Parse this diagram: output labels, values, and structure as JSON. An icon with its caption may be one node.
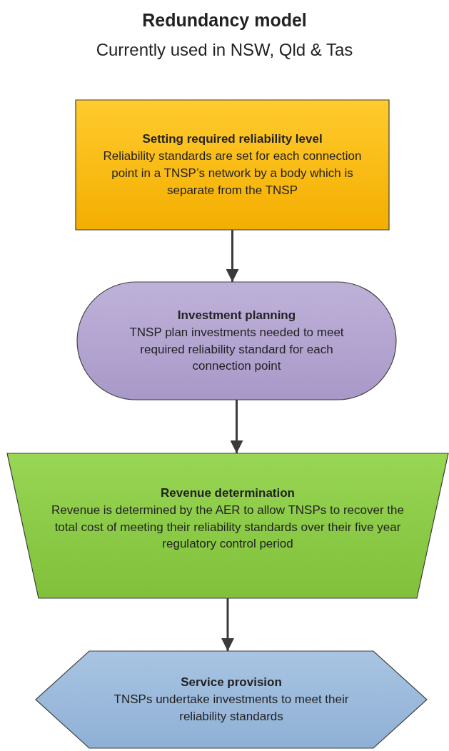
{
  "diagram": {
    "title": "Redundancy model",
    "labels": [
      "Currently used in NSW, Qld & Tas"
    ],
    "nodes": [
      {
        "text": [
          "Setting required reliability level",
          "Reliability standards are set for each connection point in a TNSP’s network by a body which is separate from the TNSP"
        ]
      },
      {
        "text": [
          "Investment planning",
          "TNSP plan investments needed to meet required reliability standard for each connection point"
        ]
      },
      {
        "text": [
          "Revenue determination",
          "Revenue is determined by the AER to allow TNSPs to recover the total cost of meeting their reliability standards over their five year regulatory control period"
        ]
      },
      {
        "text": [
          "Service provision",
          "TNSPs undertake investments to meet their reliability standards"
        ]
      }
    ],
    "edges": [
      {
        "from": 0,
        "to": 1,
        "arrow": "to"
      },
      {
        "from": 1,
        "to": 2,
        "arrow": "to"
      },
      {
        "from": 2,
        "to": 3,
        "arrow": "to"
      }
    ]
  }
}
